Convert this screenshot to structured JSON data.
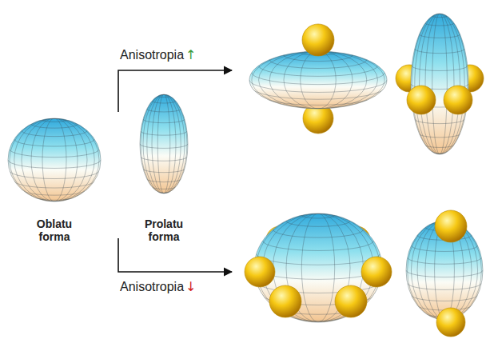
{
  "diagram": {
    "labels": [
      "Anisotropia",
      "↑",
      "Oblatu forma",
      "Prolatu forma",
      "Anisotropia",
      "↓"
    ]
  }
}
